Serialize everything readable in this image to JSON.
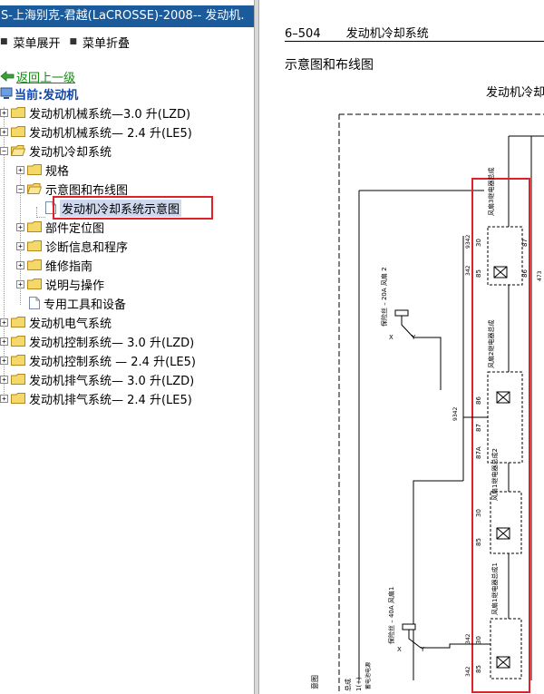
{
  "window": {
    "title": "S-上海别克-君越(LaCROSSE)-2008-- 发动机."
  },
  "toolbar": {
    "expand_label": "菜单展开",
    "collapse_label": "菜单折叠"
  },
  "tree": {
    "back": "返回上一级",
    "current": "当前:发动机",
    "items": [
      {
        "label": "发动机机械系统—3.0 升(LZD)"
      },
      {
        "label": "发动机机械系统— 2.4 升(LE5)"
      },
      {
        "label": "发动机冷却系统"
      },
      {
        "label": "规格"
      },
      {
        "label": "示意图和布线图"
      },
      {
        "label": "发动机冷却系统示意图"
      },
      {
        "label": "部件定位图"
      },
      {
        "label": "诊断信息和程序"
      },
      {
        "label": "维修指南"
      },
      {
        "label": "说明与操作"
      },
      {
        "label": "专用工具和设备"
      },
      {
        "label": "发动机电气系统"
      },
      {
        "label": "发动机控制系统— 3.0 升(LZD)"
      },
      {
        "label": "发动机控制系统 — 2.4 升(LE5)"
      },
      {
        "label": "发动机排气系统— 3.0 升(LZD)"
      },
      {
        "label": "发动机排气系统— 2.4 升(LE5)"
      }
    ]
  },
  "document": {
    "page_number": "6–504",
    "header_title": "发动机冷却系统",
    "section_title": "示意图和布线图",
    "diagram_title": "发动机冷却",
    "diagram": {
      "relay3": "风扇3继电器总成",
      "relay2": "风扇2继电器总成",
      "relay1a": "风扇1继电器总成2",
      "relay1b": "风扇1继电器总成1",
      "fuse20": "保险丝 – 20A 风扇 2",
      "fuse40": "保险丝 – 40A 风扇1",
      "pins": {
        "p30": "30",
        "p87": "87",
        "p85": "85",
        "p86": "86",
        "p87a": "87A"
      },
      "wires": {
        "w342": "342",
        "w9342": "9342",
        "w473": "473"
      },
      "xlabel": "X",
      "ylabel": "Y",
      "bottom_left": "意图",
      "bottom_power": "蓄电池电源",
      "bottom_conn": "总成",
      "bottom_plus": "1(+)"
    }
  }
}
